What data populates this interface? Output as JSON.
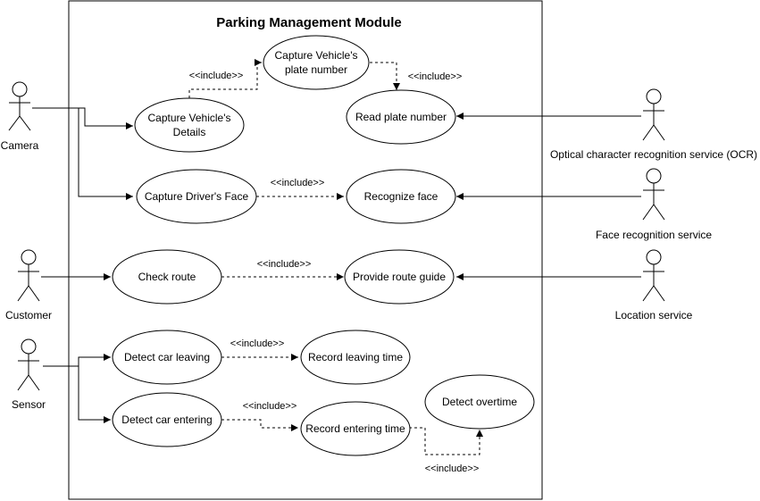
{
  "system": {
    "title": "Parking Management Module"
  },
  "actors": {
    "camera": "Camera",
    "customer": "Customer",
    "sensor": "Sensor",
    "ocr": "Optical character recognition service (OCR)",
    "face_service": "Face recognition service",
    "location": "Location service"
  },
  "use_cases": {
    "capture_details": [
      "Capture Vehicle's",
      "Details"
    ],
    "capture_plate": [
      "Capture Vehicle's",
      "plate number"
    ],
    "read_plate": "Read plate number",
    "capture_face": "Capture Driver's Face",
    "recognize_face": "Recognize face",
    "check_route": "Check route",
    "route_guide": "Provide route guide",
    "detect_leaving": "Detect car leaving",
    "record_leaving": "Record leaving time",
    "detect_entering": "Detect car entering",
    "record_entering": "Record entering time",
    "detect_overtime": "Detect overtime"
  },
  "include_label": "<<include>>"
}
